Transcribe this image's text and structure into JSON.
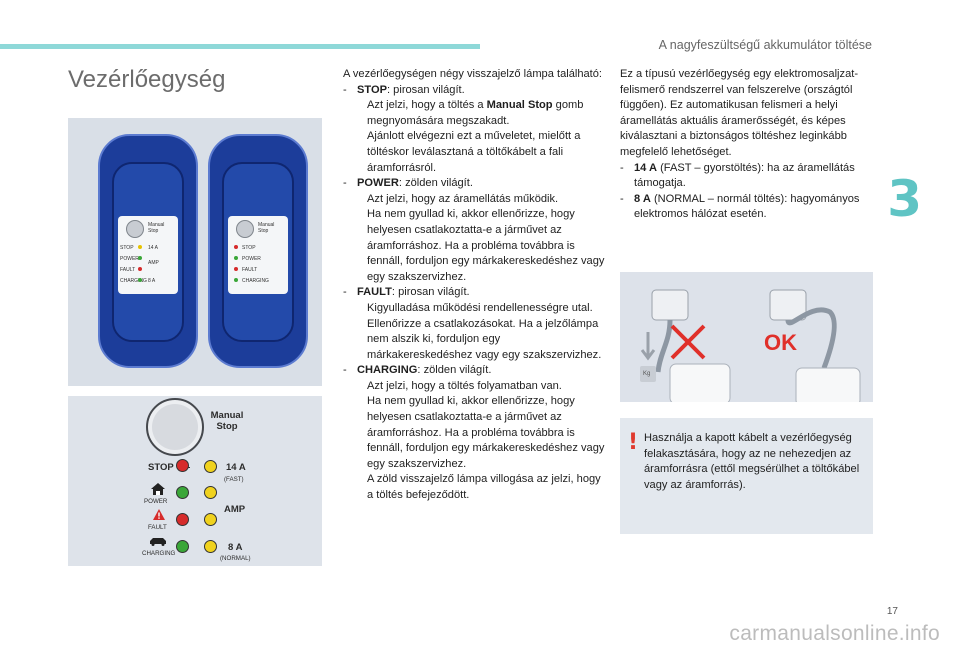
{
  "header": {
    "title": "A nagyfeszültségű akkumulátor töltése",
    "chapter": "3",
    "page_number": "17",
    "watermark": "carmanualsonline.info"
  },
  "section": {
    "title": "Vezérlőegység"
  },
  "figure_panel": {
    "manual_stop": "Manual\nStop",
    "stop": "STOP",
    "power": "POWER",
    "fault": "FAULT",
    "charging": "CHARGING",
    "amp_14": "14 A",
    "fast": "(FAST)",
    "amp": "AMP",
    "amp_8": "8 A",
    "normal": "(NORMAL)",
    "lamp_colors": {
      "yellow": "#f0d21e",
      "green": "#3aa638",
      "red": "#d62b2b"
    }
  },
  "figure_controllers": {
    "manual_stop_small": "Manual\nStop",
    "stop_small": "STOP",
    "power_small": "POWER",
    "fault_small": "FAULT",
    "charging_small": "CHARGING",
    "amp_14_small": "14 A",
    "amp_small": "AMP",
    "amp_8_small": "8 A"
  },
  "figure_plug": {
    "ok": "OK",
    "kg": "Kg"
  },
  "col1": {
    "intro": "A vezérlőegységen négy visszajelző lámpa található:",
    "stop_term": "STOP",
    "stop_rest": ": pirosan világít.",
    "stop_desc": "Azt jelzi, hogy a töltés a ",
    "stop_desc_bold": "Manual Stop",
    "stop_desc_end": " gomb megnyomására megszakadt.",
    "stop_desc2": "Ajánlott elvégezni ezt a műveletet, mielőtt a töltéskor leválasztaná a töltőkábelt a fali áramforrásról.",
    "power_term": "POWER",
    "power_rest": ": zölden világít.",
    "power_desc": "Azt jelzi, hogy az áramellátás működik.",
    "power_desc2": "Ha nem gyullad ki, akkor ellenőrizze, hogy helyesen csatlakoztatta-e a járművet az áramforráshoz. Ha a probléma továbbra is fennáll, forduljon egy márkakereskedéshez vagy egy szakszervizhez.",
    "fault_term": "FAULT",
    "fault_rest": ": pirosan világít.",
    "fault_desc": "Kigyulladása működési rendellenességre utal. Ellenőrizze a csatlakozásokat. Ha a jelzőlámpa nem alszik ki, forduljon egy márkakereskedéshez vagy egy szakszervizhez.",
    "charging_term": "CHARGING",
    "charging_rest": ": zölden világít.",
    "charging_desc": "Azt jelzi, hogy a töltés folyamatban van.",
    "charging_desc2": "Ha nem gyullad ki, akkor ellenőrizze, hogy helyesen csatlakoztatta-e a járművet az áramforráshoz. Ha a probléma továbbra is fennáll, forduljon egy márkakereskedéshez vagy egy szakszervizhez.",
    "charging_desc3": "A zöld visszajelző lámpa villogása az jelzi, hogy a töltés befejeződött."
  },
  "col2": {
    "intro": "Ez a típusú vezérlőegység egy elektromosaljzat-felismerő rendszerrel van felszerelve (országtól függően). Ez automatikusan felismeri a helyi áramellátás aktuális áramerősségét, és képes kiválasztani a biztonságos töltéshez leginkább megfelelő lehetőséget.",
    "fast_term": "14 A",
    "fast_rest": " (FAST – gyorstöltés): ha az áramellátás támogatja.",
    "normal_term": "8 A",
    "normal_rest": " (NORMAL – normál töltés): hagyományos elektromos hálózat esetén."
  },
  "warning": {
    "mark": "!",
    "text": "Használja a kapott kábelt a vezérlőegység felakasztására, hogy az ne nehezedjen az áramforrásra (ettől megsérülhet a töltőkábel vagy az áramforrás)."
  }
}
